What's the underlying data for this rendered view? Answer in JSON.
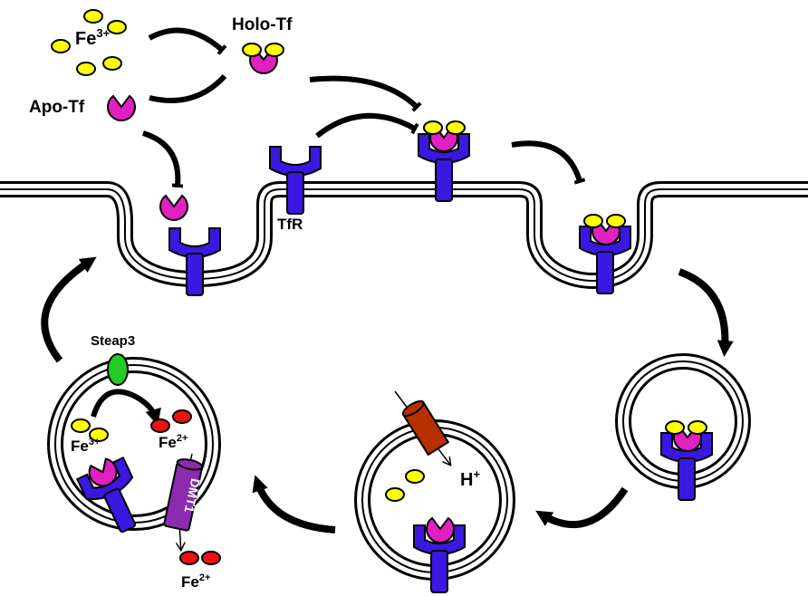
{
  "labels": {
    "fe3_top": "Fe",
    "fe3_top_sup": "3+",
    "holo_tf": "Holo-Tf",
    "apo_tf": "Apo-Tf",
    "tfr": "TfR",
    "steap3": "Steap3",
    "fe3_endosome": "Fe",
    "fe3_endosome_sup": "3+",
    "fe2_endosome": "Fe",
    "fe2_endosome_sup": "2+",
    "dmt1": "DMT1",
    "fe2_released": "Fe",
    "fe2_released_sup": "2+",
    "proton": "H",
    "proton_sup": "+"
  },
  "colors": {
    "iron3": "#ffff00",
    "transferrin": "#e020c0",
    "receptor": "#3a18e0",
    "steap3": "#22cc22",
    "iron2": "#ee1111",
    "dmt1": "#8a2bb0",
    "proton_pump": "#b83000",
    "membrane": "#000000"
  }
}
